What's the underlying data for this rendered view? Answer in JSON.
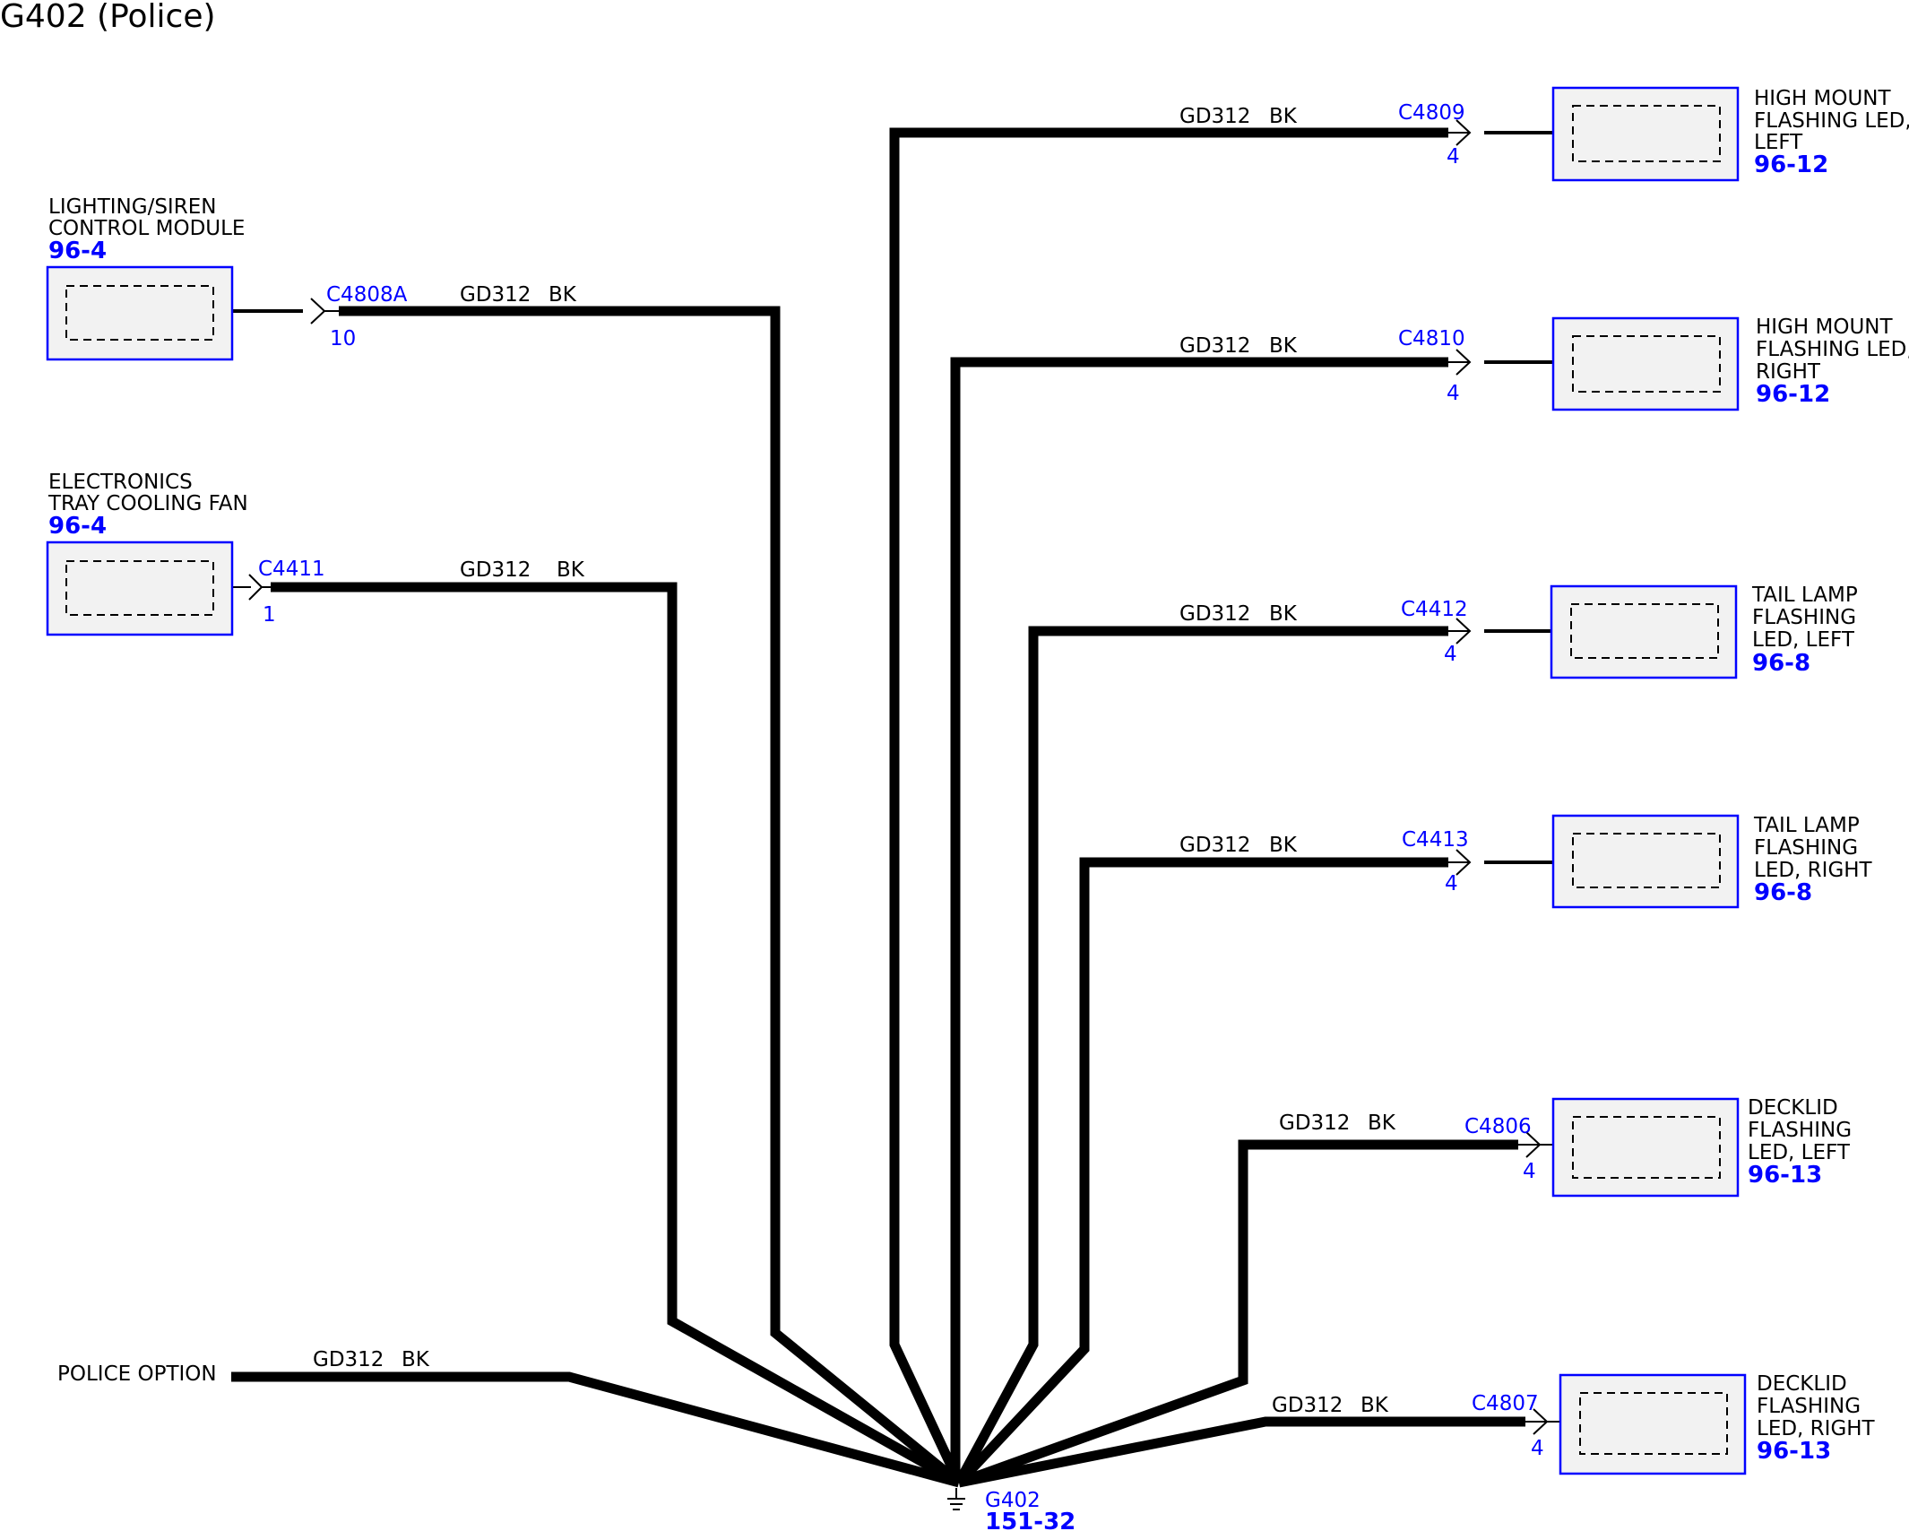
{
  "title": "G402 (Police)",
  "colors": {
    "wire": "#000000",
    "link": "#0000ff",
    "box_fill": "#f2f2f2"
  },
  "ground": {
    "label": "G402",
    "ref": "151-32",
    "icon": "ground-symbol-icon"
  },
  "police_option": {
    "label": "POLICE OPTION",
    "wire": "GD312",
    "color": "BK"
  },
  "components": [
    {
      "name_lines": [
        "LIGHTING/SIREN",
        "CONTROL MODULE"
      ],
      "ref": "96-4",
      "connector": "C4808A",
      "pin": "10",
      "wire": "GD312",
      "color": "BK"
    },
    {
      "name_lines": [
        "ELECTRONICS",
        "TRAY COOLING FAN"
      ],
      "ref": "96-4",
      "connector": "C4411",
      "pin": "1",
      "wire": "GD312",
      "color": "BK"
    },
    {
      "name_lines": [
        "HIGH MOUNT",
        "FLASHING LED,",
        "LEFT"
      ],
      "ref": "96-12",
      "connector": "C4809",
      "pin": "4",
      "wire": "GD312",
      "color": "BK"
    },
    {
      "name_lines": [
        "HIGH MOUNT",
        "FLASHING LED,",
        "RIGHT"
      ],
      "ref": "96-12",
      "connector": "C4810",
      "pin": "4",
      "wire": "GD312",
      "color": "BK"
    },
    {
      "name_lines": [
        "TAIL LAMP",
        "FLASHING",
        "LED, LEFT"
      ],
      "ref": "96-8",
      "connector": "C4412",
      "pin": "4",
      "wire": "GD312",
      "color": "BK"
    },
    {
      "name_lines": [
        "TAIL LAMP",
        "FLASHING",
        "LED, RIGHT"
      ],
      "ref": "96-8",
      "connector": "C4413",
      "pin": "4",
      "wire": "GD312",
      "color": "BK"
    },
    {
      "name_lines": [
        "DECKLID",
        "FLASHING",
        "LED, LEFT"
      ],
      "ref": "96-13",
      "connector": "C4806",
      "pin": "4",
      "wire": "GD312",
      "color": "BK"
    },
    {
      "name_lines": [
        "DECKLID",
        "FLASHING",
        "LED, RIGHT"
      ],
      "ref": "96-13",
      "connector": "C4807",
      "pin": "4",
      "wire": "GD312",
      "color": "BK"
    }
  ]
}
